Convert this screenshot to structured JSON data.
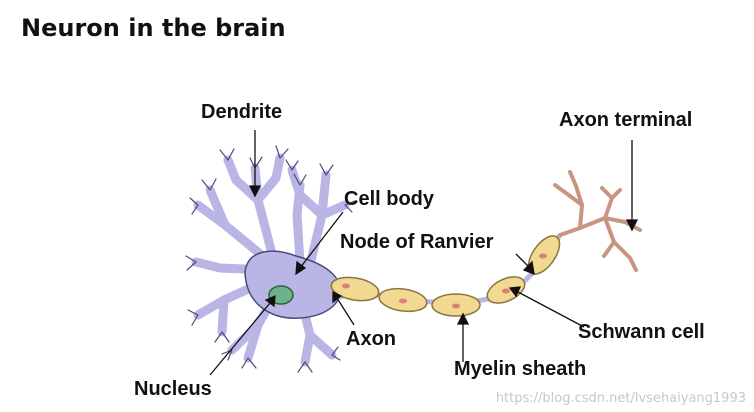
{
  "title": "Neuron in the brain",
  "labels": {
    "dendrite": "Dendrite",
    "cell_body": "Cell body",
    "node_of_ranvier": "Node of Ranvier",
    "axon": "Axon",
    "nucleus": "Nucleus",
    "myelin_sheath": "Myelin sheath",
    "schwann_cell": "Schwann cell",
    "axon_terminal": "Axon terminal"
  },
  "watermark": "https://blog.csdn.net/lvsehaiyang1993",
  "colors": {
    "cell_fill": "#b9b6e6",
    "cell_stroke": "#4a4a7a",
    "nucleus": "#6db38a",
    "myelin_fill": "#f2d992",
    "myelin_stroke": "#8a7440",
    "terminal": "#c99482",
    "leader": "#111111"
  }
}
